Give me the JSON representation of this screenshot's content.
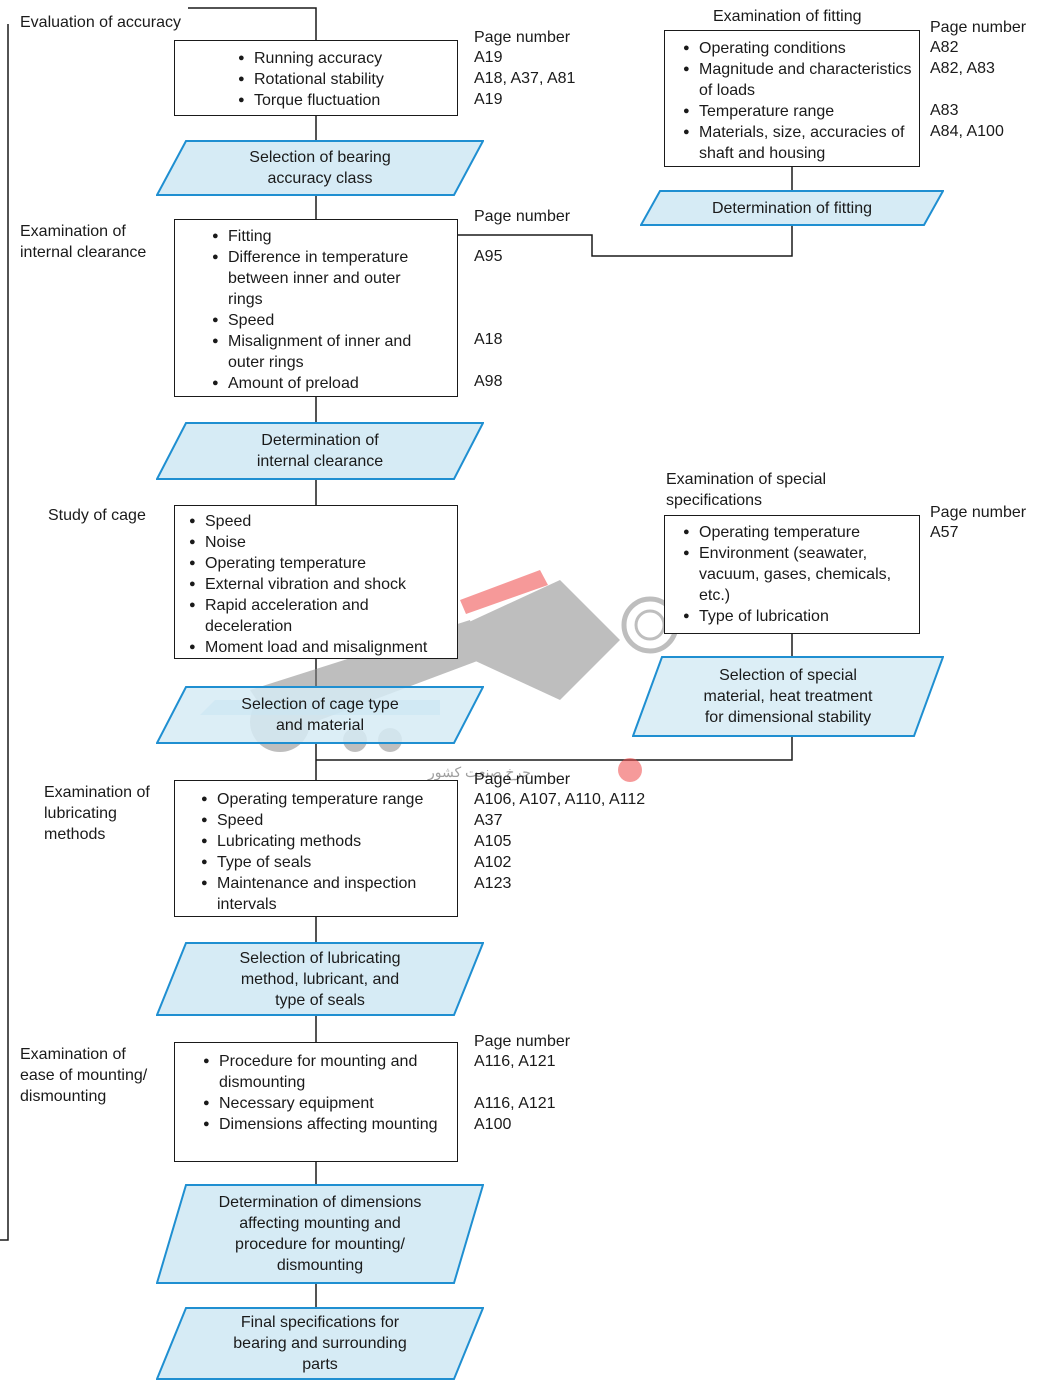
{
  "colors": {
    "box_fill": "#d6ebf5",
    "box_stroke": "#1f8fd1",
    "line": "#1a1a1a"
  },
  "accuracy": {
    "label": "Evaluation of accuracy",
    "page_heading": "Page number",
    "items": [
      "Running accuracy",
      "Rotational stability",
      "Torque fluctuation"
    ],
    "pages": [
      "A19",
      "A18, A37, A81",
      "A19"
    ],
    "result": [
      "Selection of bearing",
      "accuracy class"
    ]
  },
  "fitting": {
    "label": "Examination of fitting",
    "page_heading": "Page number",
    "items": [
      "Operating conditions",
      "Magnitude and characteristics of loads",
      "Temperature range",
      "Materials, size, accuracies of shaft and housing"
    ],
    "pages": [
      "A82",
      "A82, A83",
      "",
      "A83",
      "A84, A100"
    ],
    "result": "Determination of fitting"
  },
  "clearance": {
    "label": "Examination of internal clearance",
    "page_heading": "Page number",
    "items": [
      "Fitting",
      "Difference in temperature between inner and outer rings",
      "Speed",
      "Misalignment of inner and outer rings",
      "Amount of preload"
    ],
    "pages": [
      "A95",
      "A18",
      "A98"
    ],
    "result": [
      "Determination of",
      "internal clearance"
    ]
  },
  "cage": {
    "label": "Study of cage",
    "items": [
      "Speed",
      "Noise",
      "Operating temperature",
      "External vibration and shock",
      "Rapid acceleration and deceleration",
      "Moment load and misalignment"
    ],
    "result": [
      "Selection of cage type",
      "and material"
    ]
  },
  "special": {
    "label": "Examination of special specifications",
    "page_heading": "Page number",
    "items": [
      "Operating temperature",
      "Environment (seawater, vacuum, gases, chemicals, etc.)",
      "Type of lubrication"
    ],
    "pages": [
      "A57"
    ],
    "result": [
      "Selection of special",
      "material, heat treatment",
      "for dimensional stability"
    ]
  },
  "lubrication": {
    "label": "Examination of lubricating methods",
    "page_heading": "Page number",
    "items": [
      "Operating temperature range",
      "Speed",
      "Lubricating methods",
      "Type of seals",
      "Maintenance and inspection intervals"
    ],
    "pages": [
      "A106, A107, A110, A112",
      "A37",
      "A105",
      "A102",
      "A123"
    ],
    "result": [
      "Selection of lubricating",
      "method, lubricant, and",
      "type of seals"
    ]
  },
  "mounting": {
    "label": "Examination of ease of mounting/ dismounting",
    "page_heading": "Page number",
    "items": [
      "Procedure for mounting and dismounting",
      "Necessary equipment",
      "Dimensions affecting mounting"
    ],
    "pages": [
      "A116, A121",
      "",
      "A116, A121",
      "A100"
    ],
    "result": [
      "Determination of dimensions",
      "affecting mounting and",
      "procedure for mounting/",
      "dismounting"
    ]
  },
  "final": {
    "result": [
      "Final specifications for",
      "bearing and surrounding",
      "parts"
    ]
  },
  "watermark": {
    "text": "چرخ صنعت کشور"
  }
}
